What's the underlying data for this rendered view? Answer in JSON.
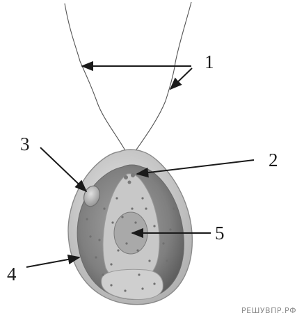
{
  "diagram": {
    "labels": [
      {
        "id": "1",
        "text": "1"
      },
      {
        "id": "2",
        "text": "2"
      },
      {
        "id": "3",
        "text": "3"
      },
      {
        "id": "4",
        "text": "4"
      },
      {
        "id": "5",
        "text": "5"
      }
    ],
    "watermark": "РЕШУВПР.РФ"
  },
  "colors": {
    "ink": "#1a1a1a",
    "cell_wall": "#bdbdbd",
    "cytoplasm": "#8f8f8f",
    "chloroplast_light": "#c9c9c9",
    "background": "#ffffff"
  }
}
